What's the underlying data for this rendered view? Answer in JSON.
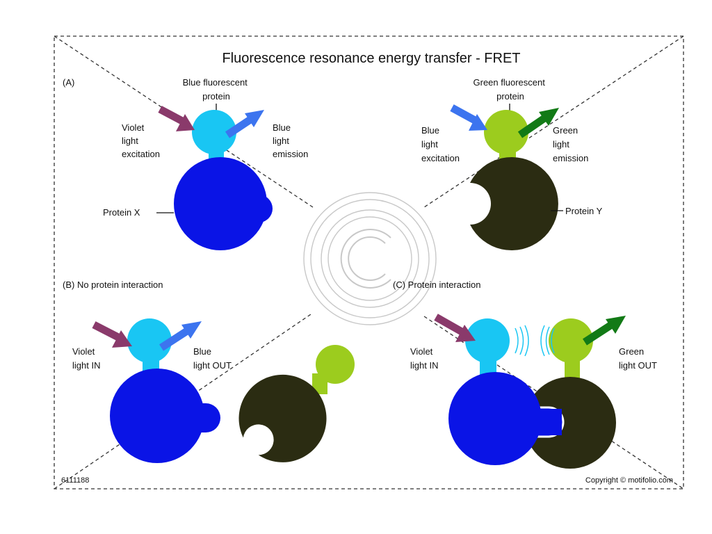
{
  "title": "Fluorescence resonance energy transfer - FRET",
  "panel_a": {
    "letter": "(A)",
    "bfp_label": [
      "Blue fluorescent",
      "protein"
    ],
    "gfp_label": [
      "Green fluorescent",
      "protein"
    ],
    "violet_excitation": [
      "Violet",
      "light",
      "excitation"
    ],
    "blue_emission": [
      "Blue",
      "light",
      "emission"
    ],
    "blue_excitation": [
      "Blue",
      "light",
      "excitation"
    ],
    "green_emission": [
      "Green",
      "light",
      "emission"
    ],
    "protein_x": "Protein X",
    "protein_y": "Protein Y"
  },
  "panel_b": {
    "title": "(B) No protein interaction",
    "violet_in": [
      "Violet",
      "light IN"
    ],
    "blue_out": [
      "Blue",
      "light OUT"
    ]
  },
  "panel_c": {
    "title": "(C) Protein interaction",
    "violet_in": [
      "Violet",
      "light IN"
    ],
    "green_out": [
      "Green",
      "light OUT"
    ]
  },
  "image_id": "6111188",
  "copyright": "Copyright © motifolio.com",
  "colors": {
    "protein_x": "#0a14e6",
    "protein_y": "#2b2c12",
    "bfp": "#19c6f3",
    "gfp": "#9ccc1e",
    "violet_arrow": "#8a3a6b",
    "blue_arrow": "#3c74ef",
    "green_arrow": "#127a16",
    "watermark": "#c8c8c8"
  },
  "watermark_icon": "copyright-icon"
}
